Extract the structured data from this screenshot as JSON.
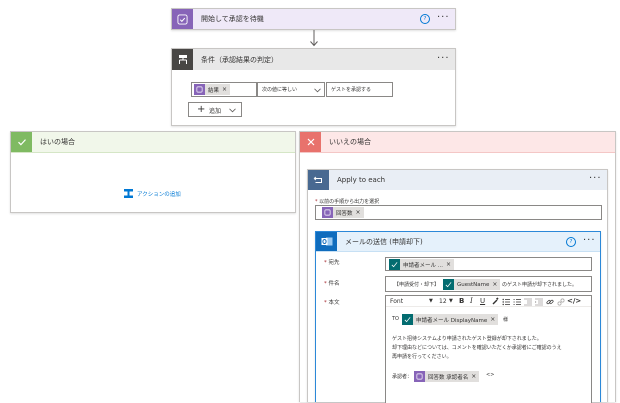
{
  "trigger_card": {
    "title": "開始して承認を待機",
    "help": "?",
    "more": "···"
  },
  "condition_card": {
    "title": "条件（承認結果の判定）",
    "more": "···",
    "left_token": "結果",
    "operator": "次の値に等しい",
    "value": "ゲストを承認する",
    "add_label": "追加"
  },
  "yes_branch": {
    "title": "はいの場合",
    "add_action": "アクションの追加"
  },
  "no_branch": {
    "title": "いいえの場合"
  },
  "apply_each": {
    "title": "Apply to each",
    "more": "···",
    "field_label": "以前の手順から出力を選択",
    "token": "回答数"
  },
  "mail": {
    "title": "メールの送信 (申請却下)",
    "help": "?",
    "more": "···",
    "to_label": "宛先",
    "to_token": "申請者メール ...",
    "subject_label": "件名",
    "subject_prefix": "【申請受付・却下】",
    "subject_token": "GuestName",
    "subject_suffix": "のゲスト申請が却下されました。",
    "body_label": "本文",
    "toolbar": {
      "font": "Font",
      "size": "12"
    },
    "body": {
      "to_prefix": "TO",
      "to_token": "申請者メール DisplayName",
      "honorific": "様",
      "line1": "ゲスト招待システムより申請されたゲスト登録が却下されました。",
      "line2": "却下理由などについては、コメントを確認いただくか承認者にご確認のうえ",
      "line3": "再申請を行ってください。",
      "approver_label": "承認者：",
      "approver_token": "回答数 承認者名",
      "code_tag": "<>"
    }
  },
  "colors": {
    "approval_purple": "#8764b8",
    "condition_gray": "#484644",
    "yes_green": "#7fba62",
    "no_red": "#e8726c",
    "loop_slate": "#486991",
    "outlook_blue": "#0f6cbd",
    "teams_teal": "#036c70"
  }
}
